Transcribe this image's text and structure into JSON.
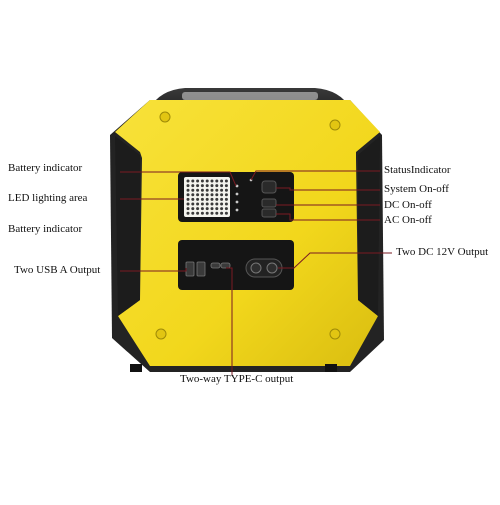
{
  "labels": {
    "battery_indicator_top": "Battery indicator",
    "led_lighting_area": "LED lighting area",
    "battery_indicator_bottom": "Battery indicator",
    "two_usb_a_output": "Two USB A Output",
    "status_indicator": "StatusIndicator",
    "system_on_off": "System On-off",
    "dc_on_off": "DC On-off",
    "ac_on_off": "AC On-off",
    "two_dc_12v_output": "Two DC 12V Output",
    "two_way_type_c_output": "Two-way TYPE-C output"
  },
  "colors": {
    "body_yellow": "#f2d71c",
    "frame_black": "#2a2a2a",
    "panel_black": "#151515",
    "led_white": "#f4f4ee",
    "callout_line": "#7a1a22"
  }
}
